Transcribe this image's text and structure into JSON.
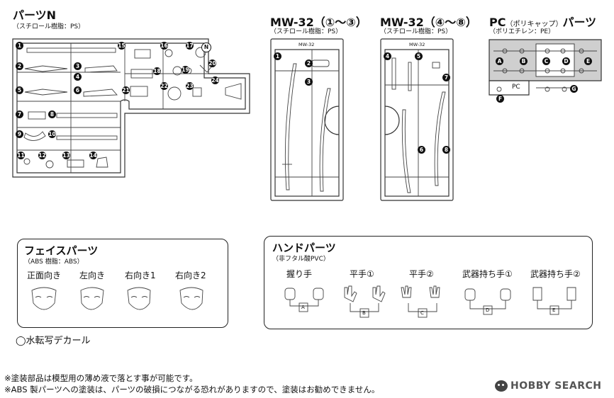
{
  "sections": {
    "parts_n": {
      "title": "パーツN",
      "material": "（スチロール樹脂：PS）",
      "badge": "N",
      "numbers": [
        "1",
        "2",
        "3",
        "4",
        "5",
        "6",
        "7",
        "8",
        "9",
        "10",
        "11",
        "12",
        "13",
        "14",
        "15",
        "16",
        "17",
        "18",
        "19",
        "20",
        "21",
        "22",
        "23",
        "24"
      ]
    },
    "mw32_a": {
      "title": "MW-32（①～③）",
      "material": "（スチロール樹脂：PS）",
      "tag": "MW-32",
      "numbers": [
        "1",
        "2",
        "3"
      ]
    },
    "mw32_b": {
      "title": "MW-32（④～⑧）",
      "material": "（スチロール樹脂：PS）",
      "tag": "MW-32",
      "numbers": [
        "4",
        "5",
        "6",
        "7",
        "8"
      ]
    },
    "pc": {
      "title_main": "PC",
      "title_small": "（ポリキャップ）",
      "title_end": "パーツ",
      "material": "（ポリエチレン：PE）",
      "tag": "PC",
      "letters": [
        "A",
        "B",
        "C",
        "D",
        "E",
        "F",
        "G"
      ]
    }
  },
  "face_panel": {
    "title": "フェイスパーツ",
    "material": "（ABS 樹脂：ABS）",
    "items": [
      "正面向き",
      "左向き",
      "右向き1",
      "右向き2"
    ]
  },
  "hand_panel": {
    "title": "ハンドパーツ",
    "material": "（非フタル酸PVC）",
    "items": [
      {
        "label": "握り手",
        "letter": "A"
      },
      {
        "label": "平手①",
        "letter": "B"
      },
      {
        "label": "平手②",
        "letter": "C"
      },
      {
        "label": "武器持ち手①",
        "letter": "D"
      },
      {
        "label": "武器持ち手②",
        "letter": "E"
      }
    ]
  },
  "decal": {
    "text": "◯水転写デカール"
  },
  "notes": [
    "※塗装部品は模型用の薄め液で落とす事が可能です。",
    "※ABS 製パーツへの塗装は、パーツの破損につながる恐れがありますので、塗装はお勧めできません。"
  ],
  "watermark": {
    "text": "HOBBY SEARCH"
  },
  "colors": {
    "pc_fill": "#cfcfcf",
    "ink": "#111111"
  }
}
